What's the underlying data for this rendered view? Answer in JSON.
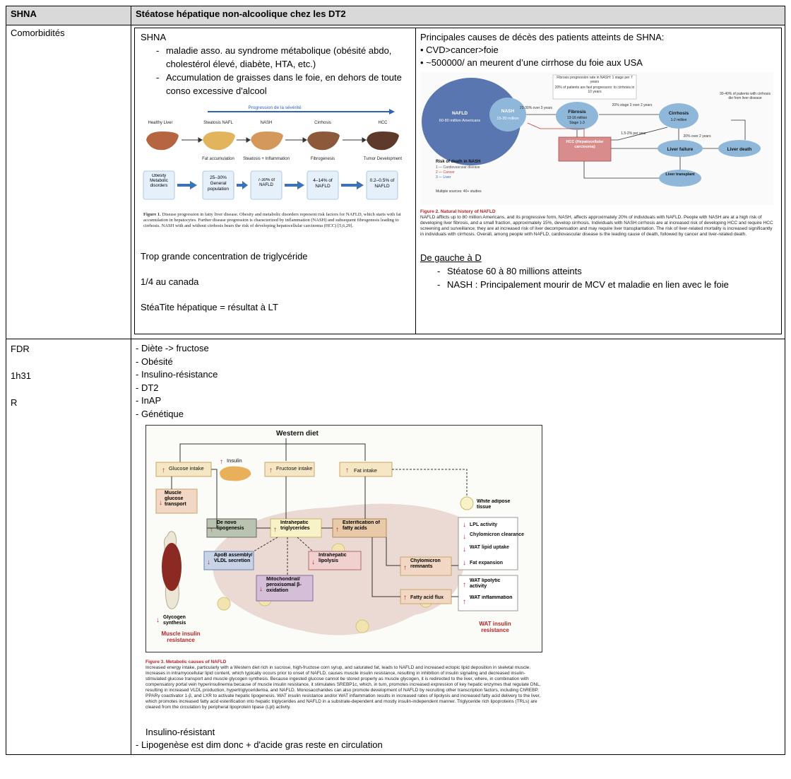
{
  "header": {
    "col1": "SHNA",
    "col2": "Stéatose hépatique non-alcoolique chez les DT2"
  },
  "row1": {
    "label": "Comorbidités",
    "left": {
      "title": "SHNA",
      "bullets": [
        "maladie asso. au syndrome métabolique (obésité abdo, cholestérol élevé, diabète, HTA, etc.)",
        "Accumulation de graisses dans le foie, en dehors de toute conso excessive d'alcool"
      ],
      "fig1": {
        "progression": "Progression de la sévérité",
        "stages": [
          "Healthy Liver",
          "Steatosis NAFL",
          "NASH",
          "Cirrhosis",
          "HCC"
        ],
        "desc": [
          "Fat accumulation",
          "Steatosis + Inflammation",
          "Fibrogenesis",
          "Tumor Development"
        ],
        "boxes": [
          "Obesity Metabolic disorders",
          "25–30% General population",
          "7-30% of NAFLD",
          "4–14% of NAFLD",
          "0.2–0.5% of NAFLD"
        ],
        "caption_bold": "Figure 1.",
        "caption": " Disease progression in fatty liver disease. Obesity and metabolic disorders represent risk factors for NAFLD, which starts with fat accumulation in hepatocytes. Further disease progression is characterized by inflammation (NASH) and subsequent fibrogenesis leading to cirrhosis. NASH with and without cirrhosis bears the risk of developing hepatocellular carcinoma (HCC) [5,6,29]."
      },
      "after1": "Trop grande concentration de triglycéride",
      "after2": "1/4 au canada",
      "after3": "StéaTite hépatique = résultat à LT"
    },
    "right": {
      "intro": "Principales causes de décès des patients atteints de SHNA:",
      "bullets": [
        "CVD>cancer>foie",
        "~500000/ an meurent d’une cirrhose du foie aux USA"
      ],
      "fig2": {
        "nafld": "NAFLD",
        "nafld_sub": "60-80 million Americans",
        "nash": "NASH",
        "nash_sub": "15-20 million",
        "fib_note": "Fibrosis progression rate in NASH: 1 stage per 7 years",
        "fast_note": "20% of patients are fast progressors: to cirrhosis in 10 years",
        "arrow1": "20-30% over 3 years",
        "fibrosis": "Fibrosis",
        "fibrosis_sub1": "13-16 million",
        "fibrosis_sub2": "Stage 1-3",
        "arrow2": "20% stage 3 over 2 years",
        "cirrhosis": "Cirrhosis",
        "cirrhosis_sub": "1-2 million",
        "cirr_note": "30-40% of patients with cirrhosis die from liver disease",
        "hcc": "HCC (Hepatocellular carcinoma)",
        "arrow3": "1.5-2% per year",
        "arrow4": "20% over 2 years",
        "liver_failure": "Liver failure",
        "liver_death": "Liver death",
        "liver_transplant": "Liver transplant",
        "risk_title": "Risk of death in NASH",
        "risk1": "1 — Cardiovascular disease",
        "risk2": "2 — Cancer",
        "risk3": "3 — Liver",
        "sources": "Multiple sources: 40+ studies",
        "caption_bold": "Figure 2.  Natural history of NAFLD",
        "caption": "NAFLD afflicts up to 80 million Americans, and its progressive form, NASH, affects approximately 20% of individuals with NAFLD. People with NASH are at a high risk of developing liver fibrosis, and a small fraction, approximately 15%, develop cirrhosis. Individuals with NASH cirrhosis are at increased risk of developing HCC and require HCC screening and surveillance; they are at increased risk of liver decompensation and may require liver transplantation. The risk of liver-related mortality is increased significantly in individuals with cirrhosis. Overall, among people with NAFLD, cardiovascular disease is the leading cause of death, followed by cancer and liver-related death."
      },
      "underline": "De gauche à D",
      "dash": [
        "Stéatose 60 à 80 millions atteints",
        "NASH : Principalement mourir de MCV et maladie en lien avec le foie"
      ]
    }
  },
  "row2": {
    "labels": [
      "FDR",
      "1h31",
      "R"
    ],
    "items": [
      "Diète -> fructose",
      "Obésité",
      "Insulino-résistance",
      "DT2",
      "InAP",
      "Génétique"
    ],
    "fig3": {
      "western": "Western diet",
      "glucose": "Glucose intake",
      "insulin": "Insulin",
      "fructose": "Fructose intake",
      "fat": "Fat intake",
      "muscle_glucose": "Muscle glucose transport",
      "dnl": "De novo lipogenesis",
      "ihtg": "Intrahepatic triglycerides",
      "ester": "Esterification of fatty acids",
      "wat": "White adipose tissue",
      "wat_list": [
        "LPL activity",
        "Chylomicron clearance",
        "WAT lipid uptake",
        "Fat expansion"
      ],
      "apob": "ApoB assembly/ VLDL secretion",
      "lipolysis": "Intrahepatic lipolysis",
      "chylo": "Chylomicron remnants",
      "mito": "Mitochondrial/ peroxisomal β-oxidation",
      "ffa": "Fatty acid flux",
      "wat_lipo": "WAT lipolytic activity",
      "wat_infl": "WAT inflammation",
      "glycogen": "Glycogen synthesis",
      "mir": "Muscle insulin resistance",
      "wir": "WAT insulin resistance",
      "caption_bold": "Figure 3.  Metabolic causes of NAFLD",
      "caption": "Increased energy intake, particularly with a Western diet rich in sucrose, high-fructose corn syrup, and saturated fat, leads to NAFLD and increased ectopic lipid deposition in skeletal muscle. Increases in intramyocellular lipid content, which typically occurs prior to onset of NAFLD, causes muscle insulin resistance, resulting in inhibition of insulin signaling and decreased insulin-stimulated glucose transport and muscle glycogen synthesis. Because ingested glucose cannot be stored properly as muscle glycogen, it is redirected to the liver, where, in combination with compensatory portal vein hyperinsulinemia because of muscle insulin resistance, it stimulates SREBP1c, which, in turn, promotes increased expression of key hepatic enzymes that regulate DNL, resulting in increased VLDL production, hypertriglyceridemia, and NAFLD. Monosaccharides can also promote development of NAFLD by recruiting other transcription factors, including ChREBP, PPARγ coactivator 1-β, and LXR to activate hepatic lipogenesis. WAT insulin resistance and/or WAT inflammation results in increased rates of lipolysis and increased fatty acid delivery to the liver, which promotes increased fatty acid esterification into hepatic triglycerides and NAFLD in a substrate-dependent and mostly insulin-independent manner. Triglyceride rich lipoproteins (TRLs) are cleared from the circulation by peripheral lipoprotein lipase (Lpl) activity."
    },
    "after_title": "Insulino-résistant",
    "after_item": "Lipogenèse est dim donc + d'acide gras reste en circulation"
  },
  "colors": {
    "header_bg": "#d9d9d9",
    "blue_ellipse": "#5a76b0",
    "light_blue": "#8fb7d9",
    "hcc_red": "#d98c8c",
    "brown": "#e8c9a8"
  }
}
